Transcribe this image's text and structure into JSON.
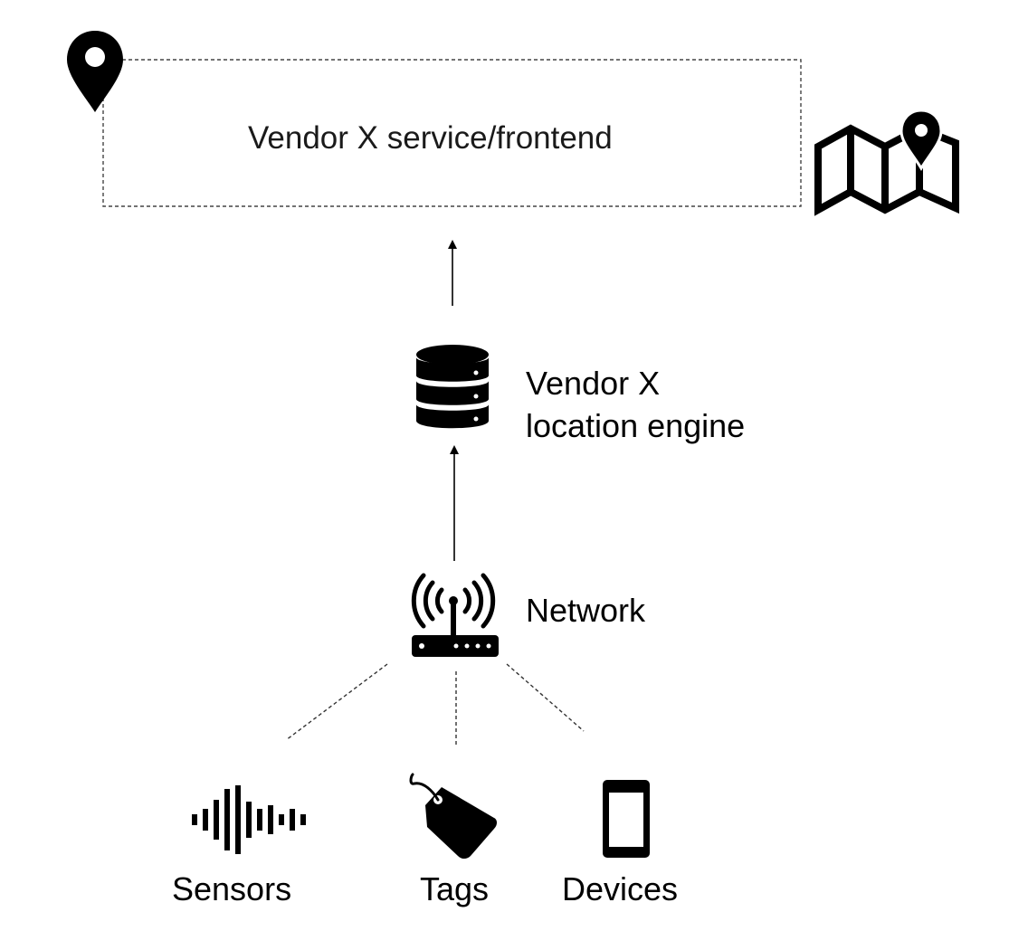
{
  "service": {
    "label": "Vendor X service/frontend",
    "pin_icon": "location-pin-icon",
    "map_icon": "map-with-pin-icon"
  },
  "engine": {
    "label_line1": "Vendor X",
    "label_line2": "location engine",
    "icon": "database-icon"
  },
  "network": {
    "label": "Network",
    "icon": "wifi-router-icon"
  },
  "sources": [
    {
      "label": "Sensors",
      "icon": "sound-wave-icon"
    },
    {
      "label": "Tags",
      "icon": "tag-icon"
    },
    {
      "label": "Devices",
      "icon": "smartphone-icon"
    }
  ],
  "connections": [
    {
      "from": "network",
      "to": "engine",
      "style": "solid-arrow"
    },
    {
      "from": "engine",
      "to": "service",
      "style": "solid-arrow"
    },
    {
      "from": "Sensors",
      "to": "network",
      "style": "dashed"
    },
    {
      "from": "Tags",
      "to": "network",
      "style": "dashed"
    },
    {
      "from": "Devices",
      "to": "network",
      "style": "dashed"
    }
  ],
  "colors": {
    "ink": "#000000",
    "background": "#ffffff"
  }
}
